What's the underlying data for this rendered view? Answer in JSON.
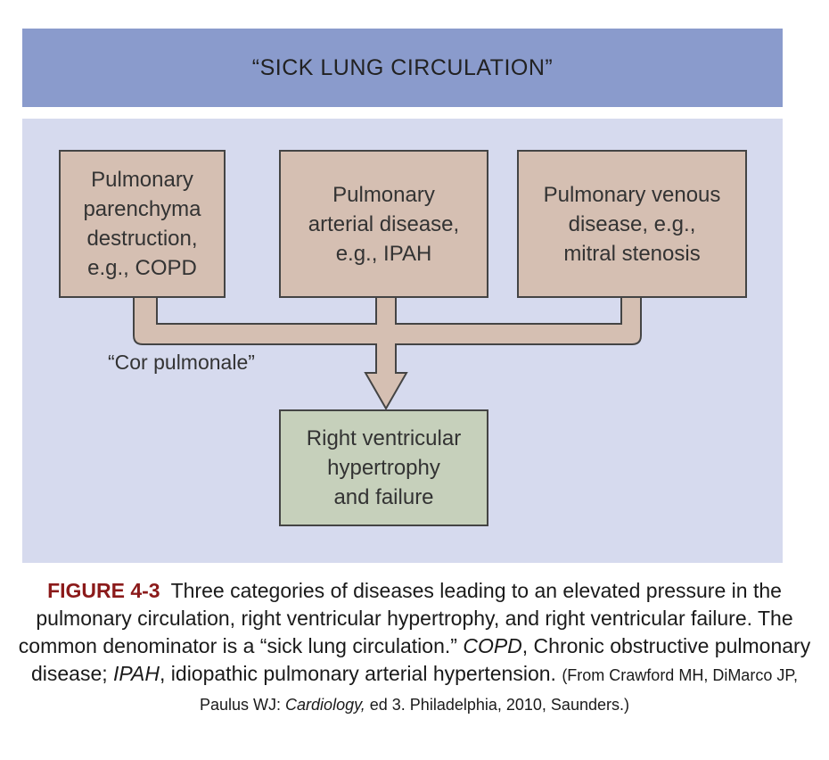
{
  "header": {
    "title": "“SICK LUNG CIRCULATION”"
  },
  "boxes": {
    "left": "Pulmonary\nparenchyma\ndestruction,\ne.g., COPD",
    "middle": "Pulmonary\narterial disease,\ne.g., IPAH",
    "right": "Pulmonary venous\ndisease, e.g.,\nmitral stenosis",
    "bottom": "Right ventricular\nhypertrophy\nand failure"
  },
  "connector_label": "“Cor pulmonale”",
  "caption": {
    "figure_label": "FIGURE 4-3",
    "main_text": "Three categories of diseases leading to an elevated pressure in the pulmonary circulation, right ventricular hypertrophy, and right ventricular failure. The common denominator is a “sick lung circulation.”",
    "abbr1": "COPD",
    "abbr1_def": ", Chronic obstructive pulmonary disease; ",
    "abbr2": "IPAH",
    "abbr2_def": ", idiopathic pulmonary arterial hypertension.",
    "source_prefix": "(From Crawford MH, DiMarco JP, Paulus WJ: ",
    "source_title": "Cardiology,",
    "source_suffix": " ed 3. Philadelphia, 2010, Saunders.)"
  },
  "colors": {
    "header_band": "#8a9bcc",
    "panel": "#d6daee",
    "cause_box": "#d5bfb2",
    "outcome_box": "#c6d0bb",
    "figure_label": "#8b1a1a"
  }
}
